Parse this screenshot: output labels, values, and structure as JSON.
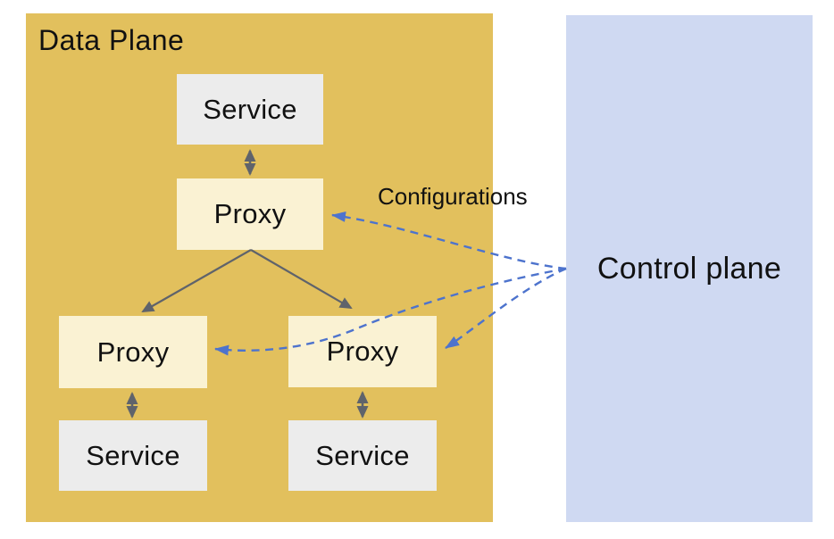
{
  "regions": {
    "data_plane": {
      "label": "Data Plane"
    },
    "control_plane": {
      "label": "Control plane"
    }
  },
  "nodes": {
    "top_service": {
      "label": "Service",
      "type": "service"
    },
    "top_proxy": {
      "label": "Proxy",
      "type": "proxy"
    },
    "left_proxy": {
      "label": "Proxy",
      "type": "proxy"
    },
    "right_proxy": {
      "label": "Proxy",
      "type": "proxy"
    },
    "left_service": {
      "label": "Service",
      "type": "service"
    },
    "right_service": {
      "label": "Service",
      "type": "service"
    }
  },
  "annotations": {
    "configurations": "Configurations"
  },
  "edges": [
    {
      "from": "top_service",
      "to": "top_proxy",
      "style": "solid",
      "bidirectional": true
    },
    {
      "from": "top_proxy",
      "to": "left_proxy",
      "style": "solid",
      "bidirectional": false
    },
    {
      "from": "top_proxy",
      "to": "right_proxy",
      "style": "solid",
      "bidirectional": false
    },
    {
      "from": "left_proxy",
      "to": "left_service",
      "style": "solid",
      "bidirectional": true
    },
    {
      "from": "right_proxy",
      "to": "right_service",
      "style": "solid",
      "bidirectional": true
    },
    {
      "from": "control_plane",
      "to": "top_proxy",
      "style": "dashed",
      "label": "Configurations"
    },
    {
      "from": "control_plane",
      "to": "left_proxy",
      "style": "dashed"
    },
    {
      "from": "control_plane",
      "to": "right_proxy",
      "style": "dashed"
    }
  ],
  "colors": {
    "gold_fill": "#E2C05D",
    "cream_fill": "#FAF2D3",
    "gray_fill": "#ECECEC",
    "blue_fill": "#CFD9F2",
    "solid_arrow": "#5F636B",
    "dashed_arrow": "#4D73CD",
    "text_color": "#111111"
  }
}
